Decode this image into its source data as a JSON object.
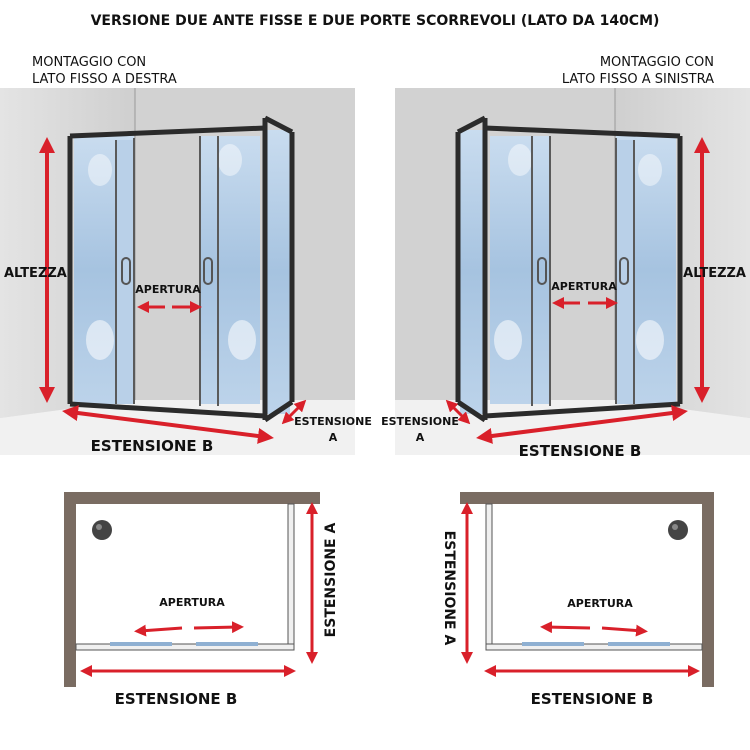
{
  "title": "VERSIONE DUE ANTE FISSE E DUE PORTE SCORREVOLI (LATO DA 140CM)",
  "left": {
    "caption_line1": "MONTAGGIO CON",
    "caption_line2": "LATO FISSO A DESTRA",
    "altezza": "ALTEZZA",
    "apertura": "APERTURA",
    "estensione_b": "ESTENSIONE B",
    "estensione_a_line1": "ESTENSIONE",
    "estensione_a_line2": "A"
  },
  "right": {
    "caption_line1": "MONTAGGIO CON",
    "caption_line2": "LATO FISSO A SINISTRA",
    "altezza": "ALTEZZA",
    "apertura": "APERTURA",
    "estensione_b": "ESTENSIONE B",
    "estensione_a_line1": "ESTENSIONE",
    "estensione_a_line2": "A"
  },
  "plan_left": {
    "apertura": "APERTURA",
    "estensione_a": "ESTENSIONE A",
    "estensione_b": "ESTENSIONE B"
  },
  "plan_right": {
    "apertura": "APERTURA",
    "estensione_a": "ESTENSIONE A",
    "estensione_b": "ESTENSIONE B"
  },
  "colors": {
    "arrow": "#d9202a",
    "frame": "#2b2b2b",
    "glass": "#a9c6e2",
    "wall": "#7a6c62",
    "room_wall": "#d6d6d6"
  }
}
